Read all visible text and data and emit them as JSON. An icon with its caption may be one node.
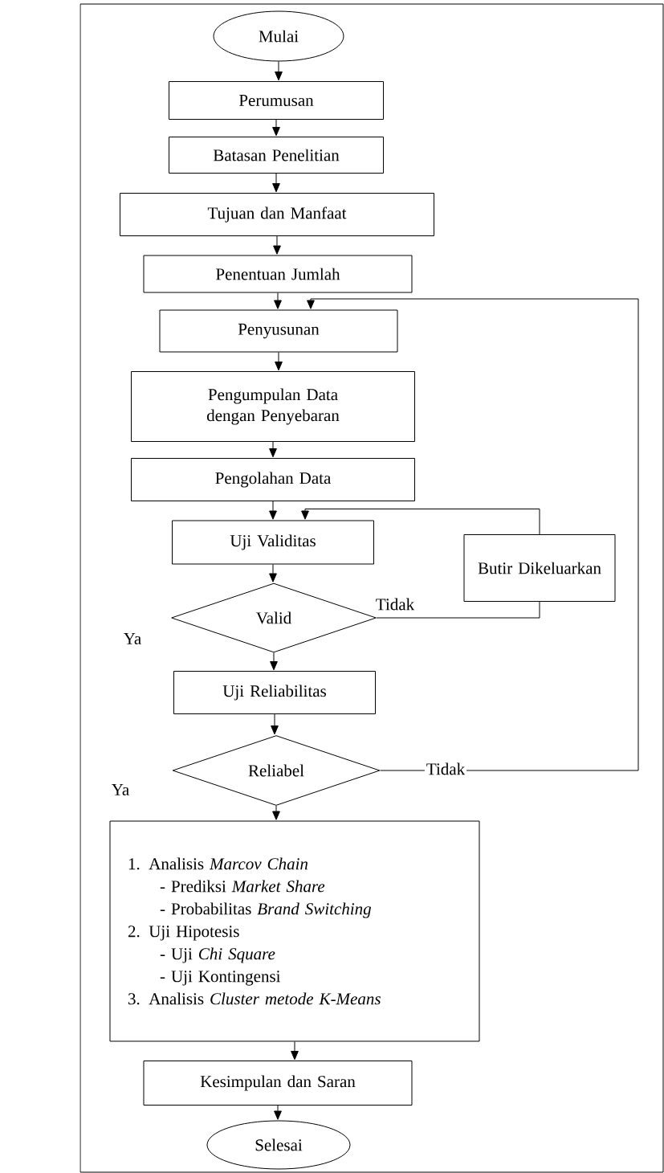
{
  "diagram": {
    "nodes": [
      {
        "text": [
          "Mulai"
        ]
      },
      {
        "text": [
          "Perumusan"
        ]
      },
      {
        "text": [
          "Batasan Penelitian"
        ]
      },
      {
        "text": [
          "Tujuan dan Manfaat"
        ]
      },
      {
        "text": [
          "Penentuan Jumlah"
        ]
      },
      {
        "text": [
          "Penyusunan"
        ]
      },
      {
        "text": [
          "Pengumpulan Data dengan Penyebaran"
        ]
      },
      {
        "text": [
          "Pengolahan Data"
        ]
      },
      {
        "text": [
          "Uji Validitas"
        ]
      },
      {
        "text": [
          "Valid"
        ]
      },
      {
        "text": [
          "Butir Dikeluarkan"
        ]
      },
      {
        "text": [
          "Uji Reliabilitas"
        ]
      },
      {
        "text": [
          "Reliabel"
        ]
      },
      {
        "text": [
          "1. Analisis *Marcov Chain*",
          "- Prediksi *Market Share*",
          "- Probabilitas *Brand Switching*",
          "2. Uji Hipotesis",
          "- Uji *Chi Square*",
          "- Uji Kontingensi",
          "3. Analisis *Cluster metode K-Means*"
        ]
      },
      {
        "text": [
          "Kesimpulan dan Saran"
        ]
      },
      {
        "text": [
          "Selesai"
        ]
      }
    ],
    "edges": [
      {
        "from": 0,
        "to": 1,
        "arrow": "to"
      },
      {
        "from": 1,
        "to": 2,
        "arrow": "to"
      },
      {
        "from": 2,
        "to": 3,
        "arrow": "to"
      },
      {
        "from": 3,
        "to": 4,
        "arrow": "to"
      },
      {
        "from": 4,
        "to": 5,
        "arrow": "to"
      },
      {
        "from": 5,
        "to": 6,
        "arrow": "to"
      },
      {
        "from": 6,
        "to": 7,
        "arrow": "to"
      },
      {
        "from": 7,
        "to": 8,
        "arrow": "to"
      },
      {
        "from": 8,
        "to": 9,
        "arrow": "to"
      },
      {
        "from": 9,
        "to": 10,
        "arrow": "none",
        "label": "Tidak"
      },
      {
        "from": 10,
        "to": 8,
        "arrow": "to"
      },
      {
        "from": 9,
        "to": 11,
        "arrow": "to"
      },
      {
        "from": 11,
        "to": 12,
        "arrow": "to"
      },
      {
        "from": 12,
        "to": 5,
        "arrow": "to",
        "label": "Tidak"
      },
      {
        "from": 12,
        "to": 13,
        "arrow": "to"
      },
      {
        "from": 13,
        "to": 14,
        "arrow": "to"
      },
      {
        "from": 14,
        "to": 15,
        "arrow": "to"
      }
    ],
    "labels": [
      "Ya",
      "Ya"
    ]
  }
}
